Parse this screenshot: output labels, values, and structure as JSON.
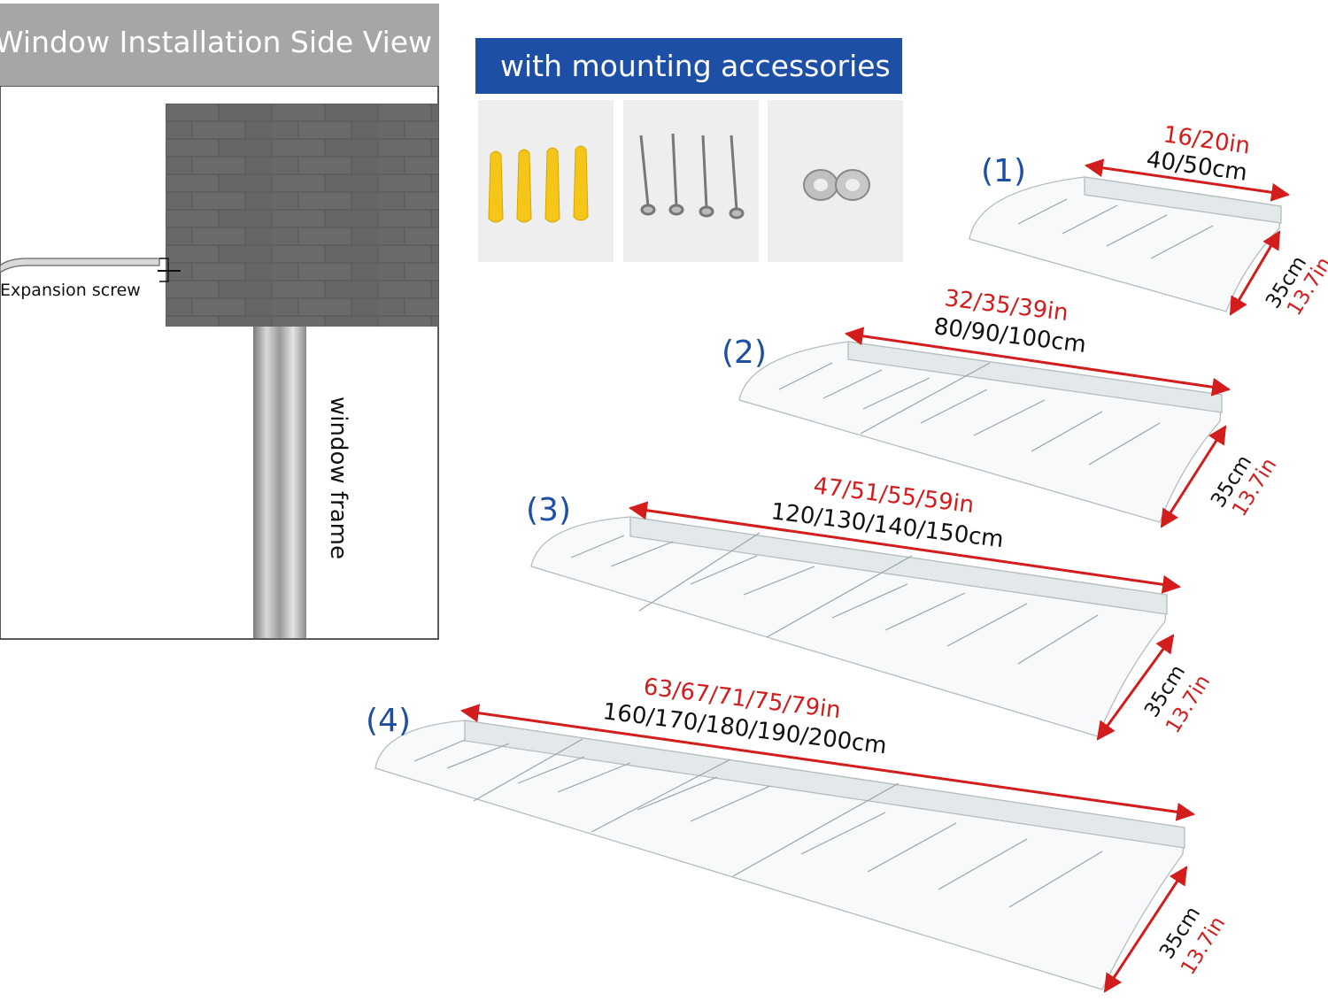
{
  "side_view": {
    "title": "Window Installation Side View",
    "expansion_screw_label": "Expansion screw",
    "window_frame_label": "window frame"
  },
  "accessories": {
    "title": "with mounting accessories",
    "items": [
      "expansion-anchor-icon",
      "screw-icon",
      "washer-icon"
    ]
  },
  "sizes": [
    {
      "label": "(1)",
      "inches": "16/20in",
      "cm": "40/50cm",
      "depth_cm": "35cm",
      "depth_in": "13.7in"
    },
    {
      "label": "(2)",
      "inches": "32/35/39in",
      "cm": "80/90/100cm",
      "depth_cm": "35cm",
      "depth_in": "13.7in"
    },
    {
      "label": "(3)",
      "inches": "47/51/55/59in",
      "cm": "120/130/140/150cm",
      "depth_cm": "35cm",
      "depth_in": "13.7in"
    },
    {
      "label": "(4)",
      "inches": "63/67/71/75/79in",
      "cm": "160/170/180/190/200cm",
      "depth_cm": "35cm",
      "depth_in": "13.7in"
    }
  ],
  "colors": {
    "blue_label": "#1d4fa6",
    "red_dimension": "#d31c1c",
    "header_gray": "#a6a6a6",
    "accent_blue": "#1d4fa6"
  }
}
